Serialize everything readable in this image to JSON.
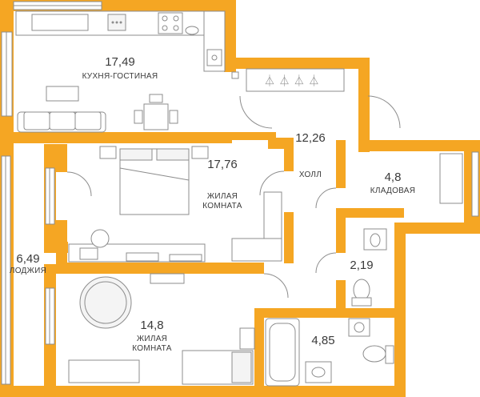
{
  "rooms": {
    "kitchen": {
      "area": "17,49",
      "name": "КУХНЯ-ГОСТИНАЯ"
    },
    "bedroom1": {
      "area": "17,76",
      "name_line1": "ЖИЛАЯ",
      "name_line2": "КОМНАТА"
    },
    "hall": {
      "area": "12,26",
      "name": "ХОЛЛ"
    },
    "storage": {
      "area": "4,8",
      "name": "КЛАДОВАЯ"
    },
    "wc": {
      "area": "2,19"
    },
    "loggia": {
      "area": "6,49",
      "name": "ЛОДЖИЯ"
    },
    "bedroom2": {
      "area": "14,8",
      "name_line1": "ЖИЛАЯ",
      "name_line2": "КОМНАТА"
    },
    "bathroom": {
      "area": "4,85"
    }
  },
  "colors": {
    "wall": "#f5a623",
    "line": "#8c8c8c",
    "text": "#3a3a3a"
  }
}
